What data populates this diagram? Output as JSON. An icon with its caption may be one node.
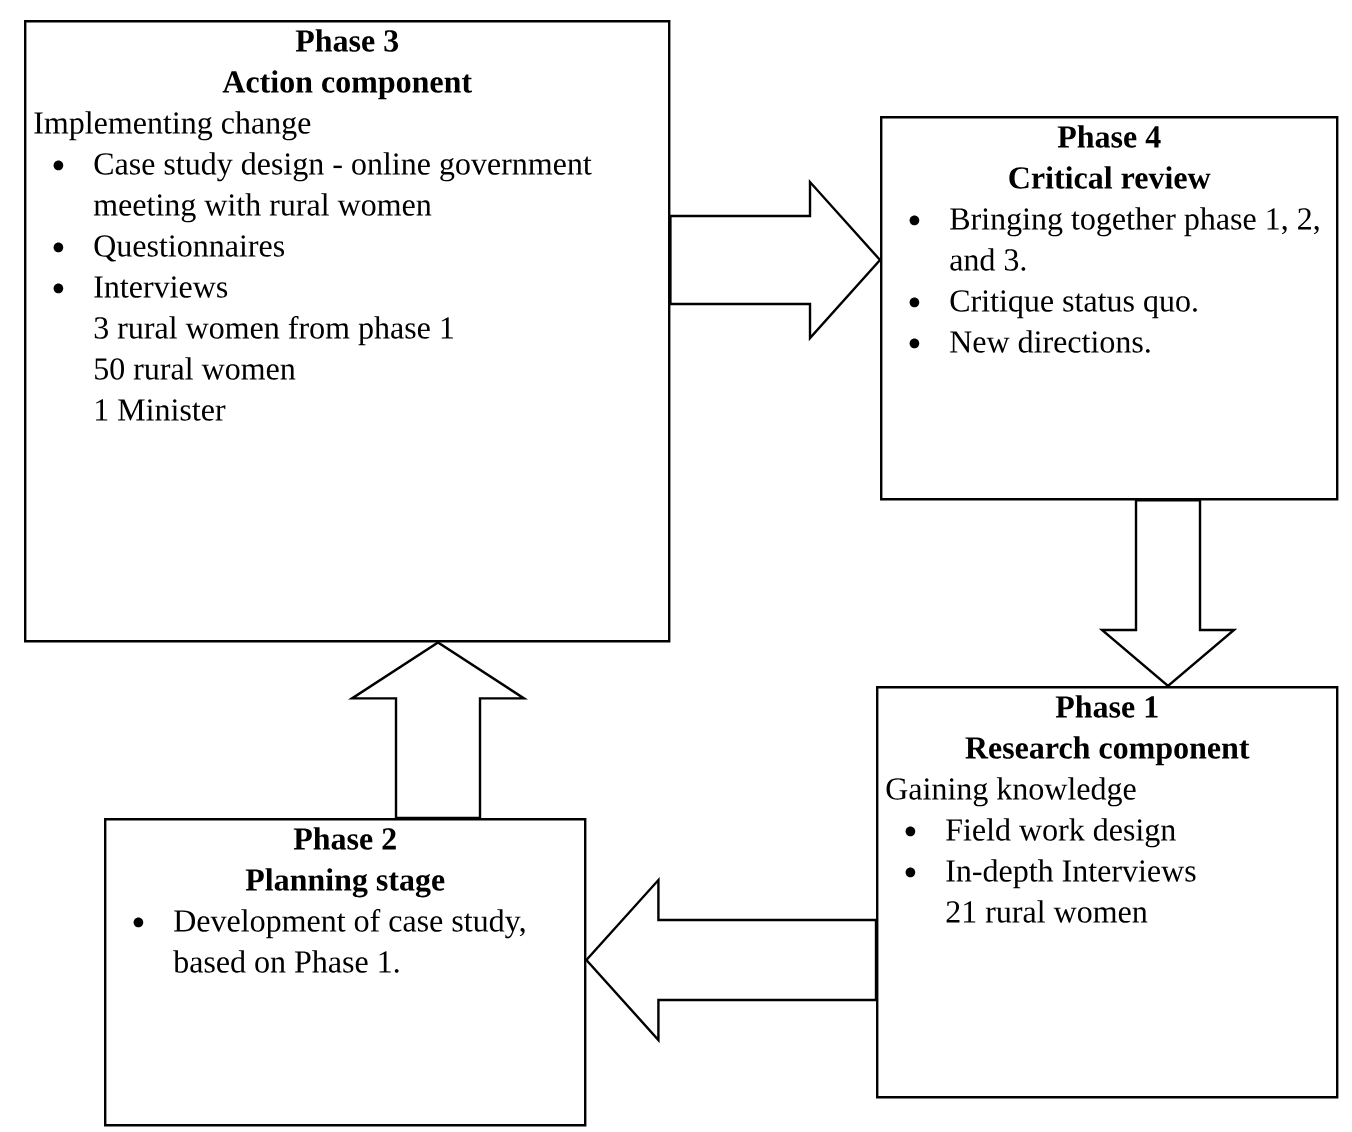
{
  "diagram": {
    "nodes": [
      {
        "text": [
          "Phase 3",
          "Action component",
          "Implementing change",
          "Case study design - online government meeting with rural women",
          "Questionnaires",
          "Interviews",
          "3 rural women from phase 1",
          "50 rural women",
          "1 Minister"
        ]
      },
      {
        "text": [
          "Phase 4",
          "Critical review",
          "Bringing together phase 1, 2, and 3.",
          "Critique status quo.",
          "New directions."
        ]
      },
      {
        "text": [
          "Phase 1",
          "Research component",
          "Gaining knowledge",
          "Field work design",
          "In-depth Interviews",
          "21 rural women"
        ]
      },
      {
        "text": [
          "Phase 2",
          "Planning stage",
          "Development of case study, based on Phase 1."
        ]
      }
    ],
    "edges": [
      {
        "from": 0,
        "to": 1,
        "arrow": "to"
      },
      {
        "from": 1,
        "to": 2,
        "arrow": "to"
      },
      {
        "from": 2,
        "to": 3,
        "arrow": "to"
      },
      {
        "from": 3,
        "to": 0,
        "arrow": "to"
      }
    ]
  }
}
